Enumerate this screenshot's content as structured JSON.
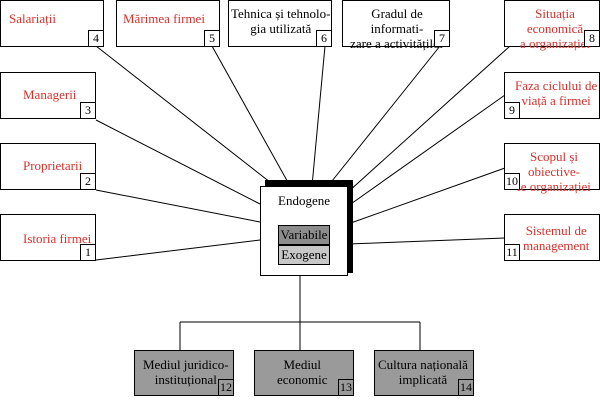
{
  "boxes": {
    "salariatii": {
      "label": "Salariații",
      "num": "4"
    },
    "marimea": {
      "label": "Mărimea firmei",
      "num": "5"
    },
    "tehnica": {
      "label": "Tehnica și tehnolo-\ngia utilizată",
      "num": "6"
    },
    "gradul": {
      "label": "Gradul de informati-\nzare a activităților",
      "num": "7"
    },
    "situatia": {
      "label": "Situația economică\na organizației",
      "num": "8"
    },
    "managerii": {
      "label": "Managerii",
      "num": "3"
    },
    "faza": {
      "label": "Faza ciclului de\nviață a firmei",
      "num": "9"
    },
    "proprietarii": {
      "label": "Proprietarii",
      "num": "2"
    },
    "scopul": {
      "label": "Scopul și obiective-\nle organizației",
      "num": "10"
    },
    "istoria": {
      "label": "Istoria firmei",
      "num": "1"
    },
    "sistemul": {
      "label": "Sistemul de\nmanagement",
      "num": "11"
    },
    "mediul_juridico": {
      "label": "Mediul juridico-\ninstituțional",
      "num": "12"
    },
    "mediul_economic": {
      "label": "Mediul\neconomic",
      "num": "13"
    },
    "cultura": {
      "label": "Cultura națională\nimplicată",
      "num": "14"
    }
  },
  "center": {
    "title": "Endogene",
    "variabile": "Variabile",
    "exogene": "Exogene"
  },
  "colors": {
    "red_text": "#d9302c",
    "grey_box": "#9a9a9a",
    "variabile_fill": "#8c8c8c",
    "exogene_fill": "#c8c8c8"
  }
}
